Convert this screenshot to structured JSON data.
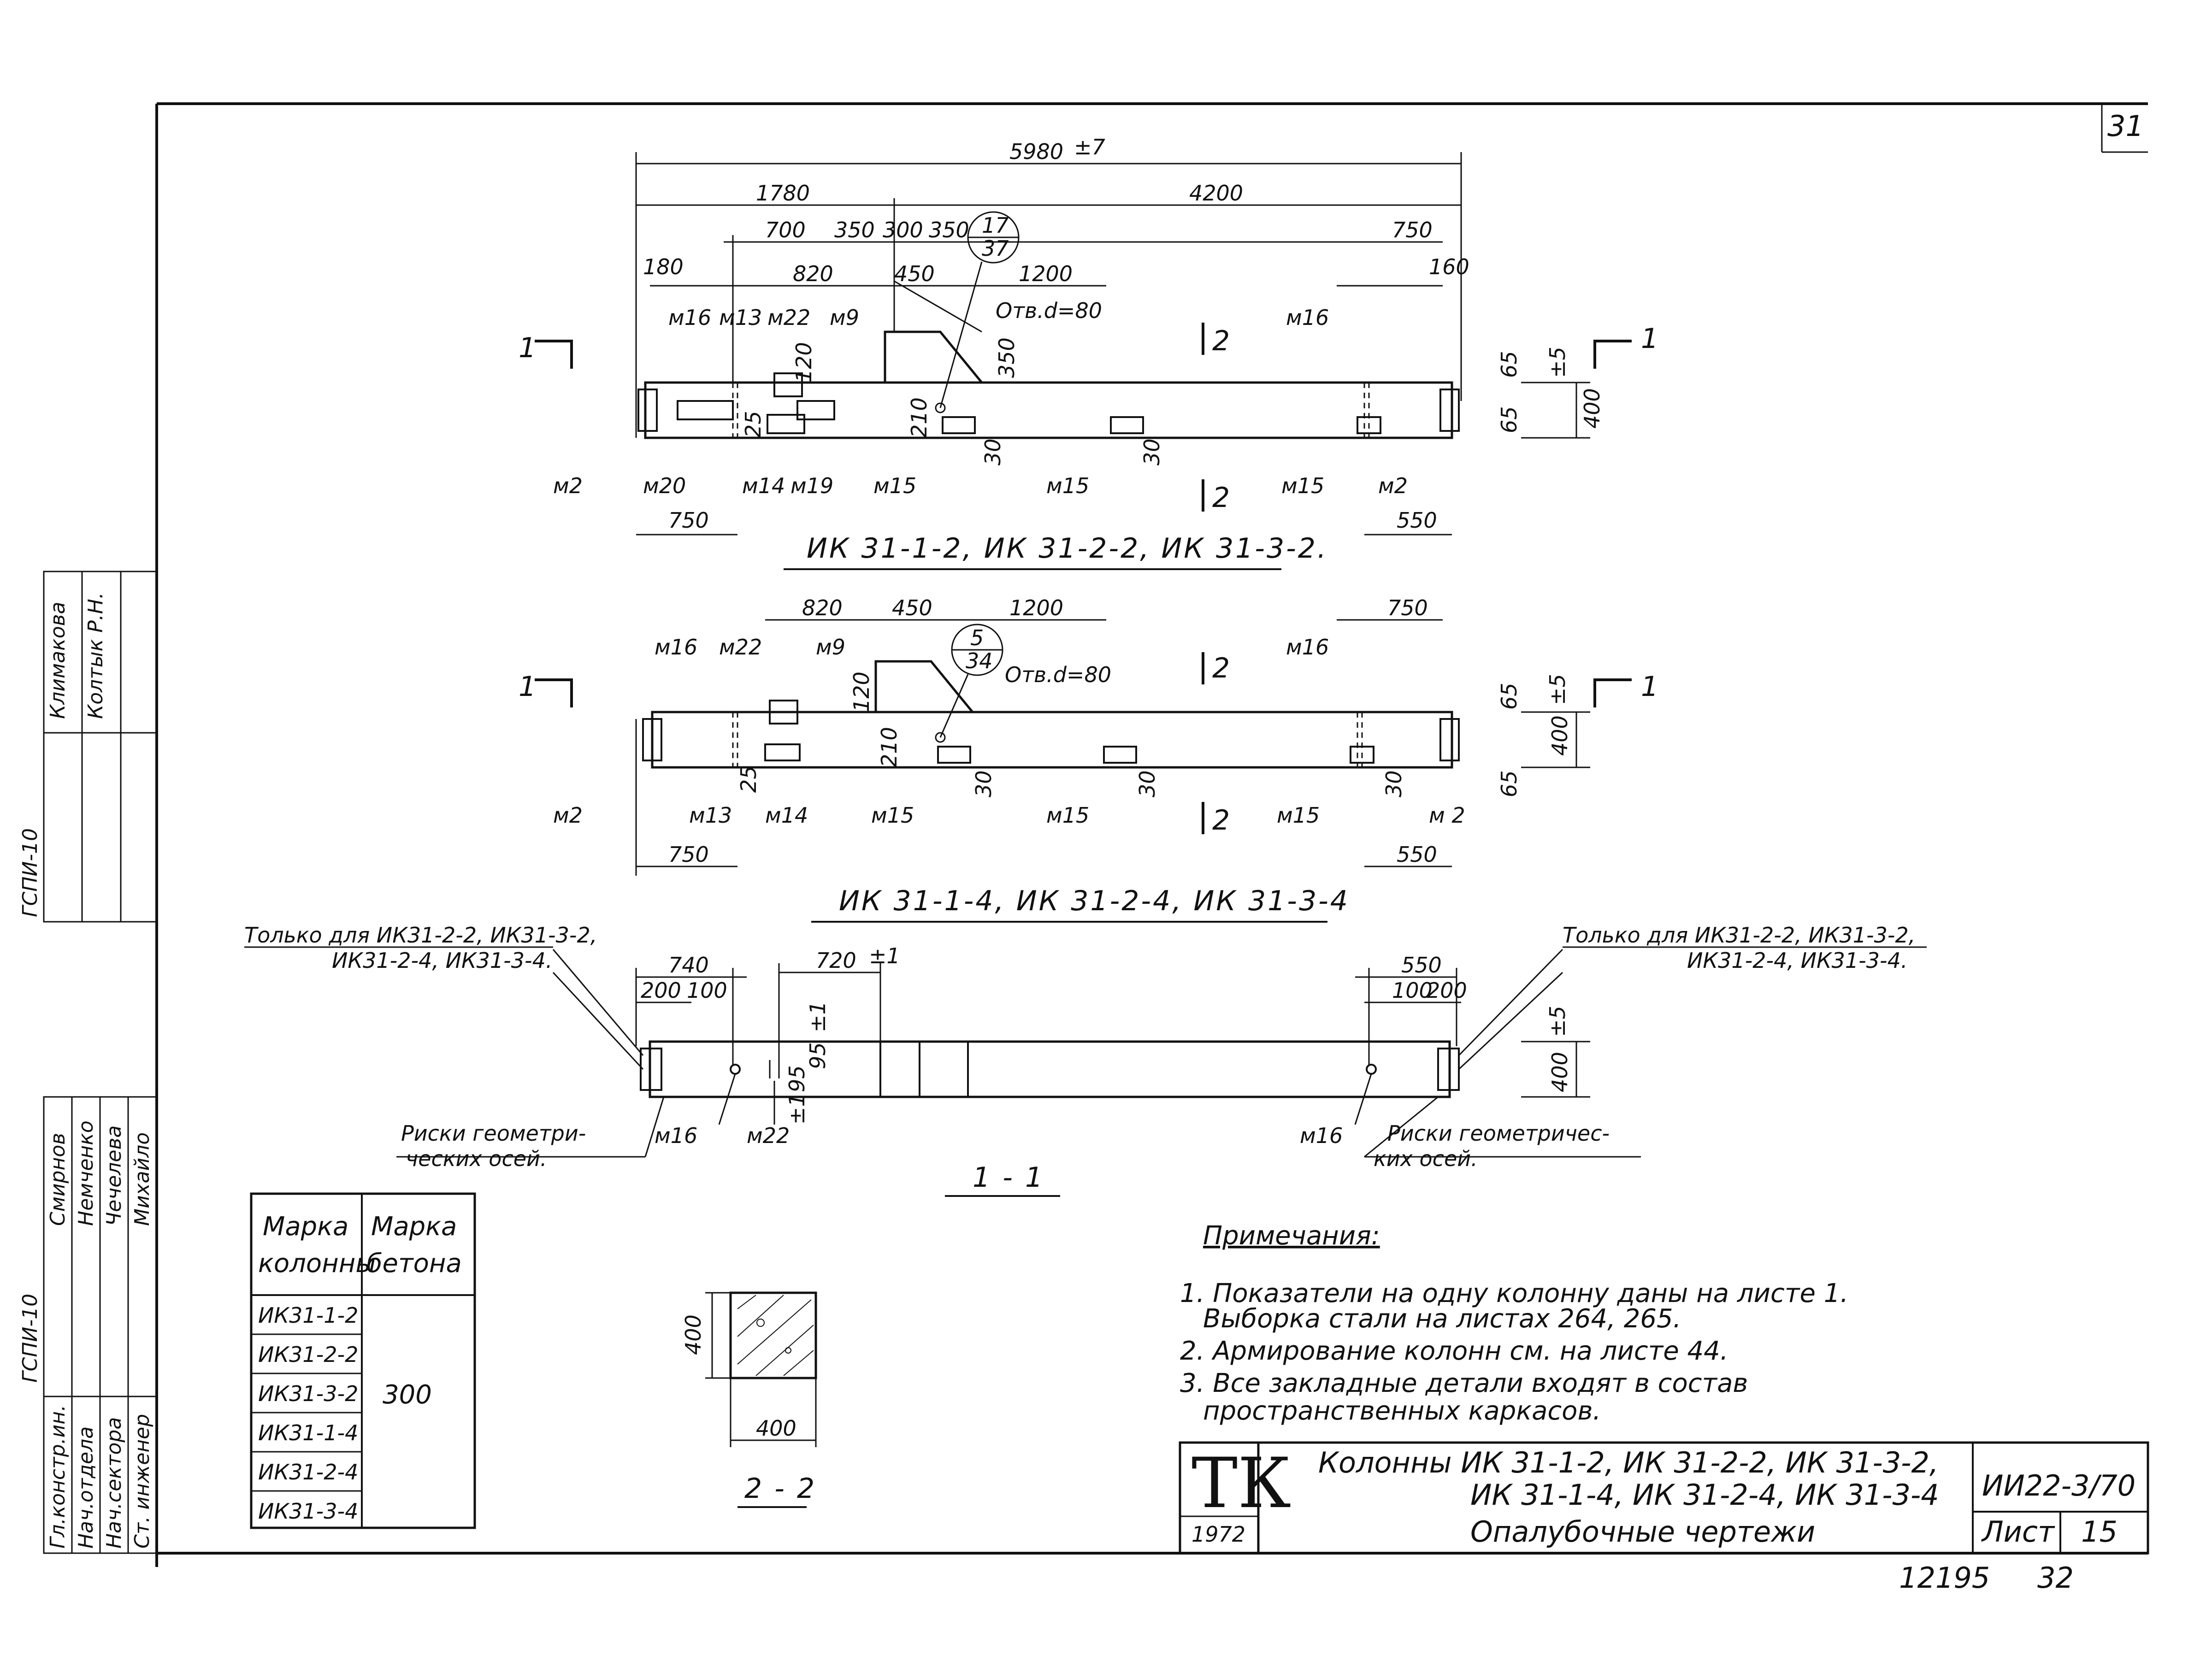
{
  "sheet_number": "31",
  "elevation1": {
    "overall_length": "5980",
    "overall_tol": "±7",
    "dims_top": [
      "1780",
      "4200"
    ],
    "dims_mid": [
      "700",
      "350",
      "300",
      "350",
      "750"
    ],
    "dims_low": [
      "820",
      "450",
      "1200",
      "180",
      "160"
    ],
    "callout_top": "17",
    "callout_bottom": "37",
    "hole_note": "Отв.d=80",
    "vertical_dims": [
      "120",
      "350",
      "25",
      "210",
      "65",
      "65",
      "400"
    ],
    "height_tol": "±5",
    "small_dims": [
      "30",
      "30"
    ],
    "parts_top": [
      "м16",
      "м13",
      "м22",
      "м9",
      "м16"
    ],
    "parts_bottom": [
      "м2",
      "м20",
      "м14",
      "м19",
      "м15",
      "м15",
      "м15",
      "м2"
    ],
    "bottom_dims": [
      "750",
      "550"
    ],
    "section_mark_1": "1",
    "section_mark_2": "2",
    "caption": "ИК 31-1-2, ИК 31-2-2, ИК 31-3-2."
  },
  "elevation2": {
    "dims_top": [
      "820",
      "450",
      "1200",
      "750"
    ],
    "callout_top": "5",
    "callout_bottom": "34",
    "hole_note": "Отв.d=80",
    "vertical_dims": [
      "120",
      "210",
      "25",
      "65",
      "400",
      "65"
    ],
    "height_tol": "±5",
    "small_dims": [
      "30",
      "30",
      "30"
    ],
    "parts_top": [
      "м16",
      "м22",
      "м9",
      "м16"
    ],
    "parts_bottom": [
      "м2",
      "м13",
      "м14",
      "м15",
      "м15",
      "м15",
      "м 2"
    ],
    "bottom_dims": [
      "750",
      "550"
    ],
    "caption": "ИК 31-1-4, ИК 31-2-4, ИК 31-3-4"
  },
  "plan": {
    "note_left_line1": "Только для ИК31-2-2, ИК31-3-2,",
    "note_left_line2": "ИК31-2-4, ИК31-3-4.",
    "note_right_line1": "Только для ИК31-2-2, ИК31-3-2,",
    "note_right_line2": "ИК31-2-4, ИК31-3-4.",
    "dims_left": [
      "740",
      "200",
      "100"
    ],
    "dim_720": "720",
    "tol_1": "±1",
    "dims_right": [
      "550",
      "100",
      "200"
    ],
    "vertical_dims": [
      "95",
      "95",
      "400"
    ],
    "height_tol": "±5",
    "parts": [
      "м16",
      "м22",
      "м16"
    ],
    "risks_left_line1": "Риски геометри-",
    "risks_left_line2": "ческих осей.",
    "risks_right_line1": "Риски геометричес-",
    "risks_right_line2": "ких осей.",
    "caption": "1 - 1"
  },
  "section22": {
    "width": "400",
    "height": "400",
    "caption": "2 - 2"
  },
  "mark_table": {
    "col1_header_line1": "Марка",
    "col1_header_line2": "колонны",
    "col2_header_line1": "Марка",
    "col2_header_line2": "бетона",
    "rows": [
      "ИК31-1-2",
      "ИК31-2-2",
      "ИК31-3-2",
      "ИК31-1-4",
      "ИК31-2-4",
      "ИК31-3-4"
    ],
    "concrete": "300"
  },
  "notes": {
    "title": "Примечания:",
    "items": [
      "1. Показатели на одну колонну даны на листе 1.",
      "Выборка стали на листах 264, 265.",
      "2. Армирование колонн см. на листе 44.",
      "3. Все закладные детали входят в состав",
      "пространственных каркасов."
    ]
  },
  "title_block": {
    "logo": "ТК",
    "year": "1972",
    "line1": "Колонны ИК 31-1-2, ИК 31-2-2, ИК 31-3-2,",
    "line2": "ИК 31-1-4, ИК 31-2-4, ИК 31-3-4",
    "line3": "Опалубочные чертежи",
    "series": "ИИ22-3/70",
    "sheet_label": "Лист",
    "sheet_no": "15",
    "footer_left": "12195",
    "footer_right": "32"
  },
  "side_stamps": {
    "org_upper": "ГСПИ-10",
    "names_upper": [
      "Климакова",
      "Колтык Р.Н."
    ],
    "org_lower": "ГСПИ-10",
    "roles": [
      "Гл.констр.ин.",
      "Нач.отдела",
      "Нач.сектора",
      "Ст. инженер"
    ],
    "names_lower": [
      "Смирнов",
      "Немченко",
      "Чечелева",
      "Михайло"
    ]
  }
}
